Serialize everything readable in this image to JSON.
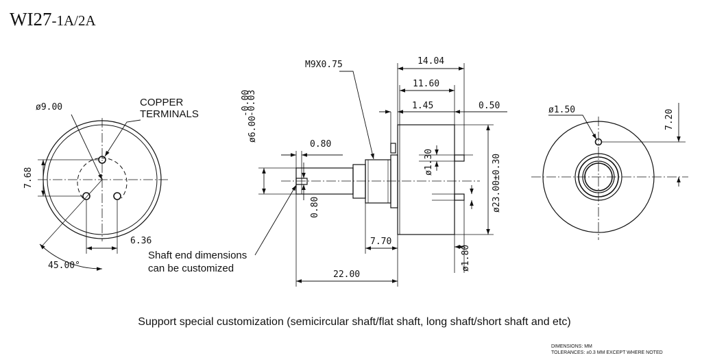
{
  "title": {
    "model": "WI27",
    "variant": "-1A/2A"
  },
  "left_view": {
    "diameter": "ø9.00",
    "terminals_line1": "COPPER",
    "terminals_line2": "TERMINALS",
    "height": "7.68",
    "offset": "6.36",
    "angle": "45.00°"
  },
  "side_view": {
    "thread": "M9X0.75",
    "shaft_diameter": "ø6.00",
    "shaft_tol_upper": "-0.00",
    "shaft_tol_lower": "-0.03",
    "flat_depth": "0.80",
    "slot_width": "0.80",
    "total_depth": "14.04",
    "body_depth": "11.60",
    "bushing_step": "1.45",
    "terminal_thickness": "0.50",
    "terminal_diameter": "ø1.30",
    "body_diameter": "ø23.00±0.30",
    "bushing_length": "7.70",
    "pin_diameter": "ø1.80",
    "shaft_length": "22.00",
    "note_line1": "Shaft end dimensions",
    "note_line2": "can be customized"
  },
  "right_view": {
    "pin_hole": "ø1.50",
    "pin_offset": "7.20"
  },
  "caption": "Support special customization (semicircular shaft/flat shaft, long shaft/short shaft and etc)",
  "notes": {
    "dimensions": "DIMENSIONS: MM",
    "tolerances": "TOLERANCES: ±0.3 MM EXCEPT WHERE NOTED"
  }
}
